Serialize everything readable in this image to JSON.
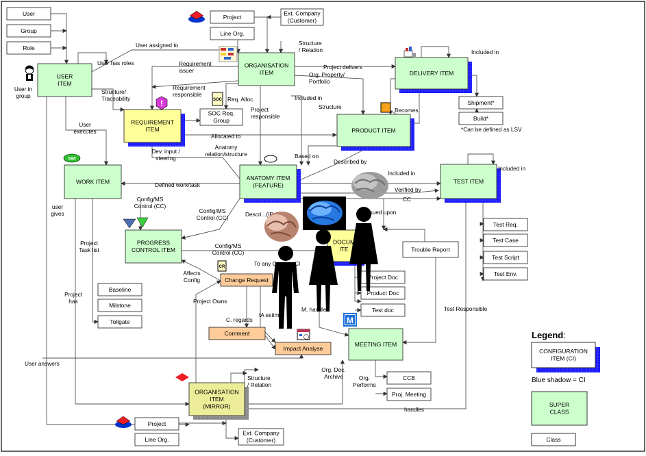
{
  "boxes": {
    "user": "User",
    "group": "Group",
    "role": "Role",
    "user_item": "USER|ITEM",
    "project_top": "Project",
    "line_org_top": "Line Org.",
    "ext_company_top": "Ext. Company|(Customer)",
    "organisation_item": "ORGANISATION|ITEM",
    "delivery_item": "DELIVERY ITEM",
    "shipment": "Shipment*",
    "build": "Build*",
    "requirement_item": "REQUIREMENT|ITEM",
    "soc_req_group": "SOC Req.|Group",
    "product_item": "PRODUCT ITEM",
    "work_item": "WORK ITEM",
    "anatomy_item": "ANATOMY ITEM|(FEATURE)",
    "test_item": "TEST ITEM",
    "test_req": "Test Req.",
    "test_case": "Test Case",
    "test_script": "Test Script",
    "test_env": "Test Env.",
    "progress_control_item": "PROGRESS|CONTROL ITEM",
    "document_item": "DOCUM|ITE",
    "trouble_report": "Trouble Report",
    "baseline": "Baseline",
    "milestone": "Milstone",
    "tollgate": "Tollgate",
    "change_request": "Change  Request",
    "project_doc": "Project Doc",
    "product_doc": "Product Doc",
    "test_doc": "Test doc",
    "comment": "Comment",
    "impact_analyse": "Impact Analyse",
    "meeting_item": "MEETING ITEM",
    "ccb": "CCB",
    "proj_meeting": "Proj. Meeting",
    "organisation_mirror": "ORGANISATION|ITEM|(MIRROR)",
    "project_bottom": "Project",
    "line_org_bottom": "Line Org.",
    "ext_company_bottom": "Ext. Company|(Customer)"
  },
  "labels": {
    "user_assigned_to": "User assigned to",
    "structure_relation_top": "Structure|/ Relation",
    "user_has_roles": "User has roles",
    "requirement_issuer": "Requirement|issuer",
    "project_delivers": "Project delivers",
    "included_in_delivery": "Included in",
    "org_property": "Org. Property/|Portfolio",
    "user_in_group": "User in|group",
    "structure_traceability": "Structure/|Traceability",
    "requirement_responsible": "Requirement|responsible",
    "req_alloc": "Req. Alloc.",
    "included_in_product": "Included in",
    "structure_product": "Structure",
    "becomes": "Becomes",
    "project_responsible": "Project|responsible",
    "user_executes": "User|executes",
    "allocated_to": "Allocated to",
    "lsv_note": "*Can be defined as LSV",
    "anatomy_relation": "Anatomy|relation/structure",
    "based_on": "Based on",
    "dev_input": "Dev. input /|steering",
    "described_by": "Described by",
    "included_in_test": "Included in",
    "included_in_test_item": "Included in",
    "defined_work_task": "Defined work/task",
    "verified_by": "Verified by",
    "cc_label": "CC",
    "user_gives": "user|gives",
    "config_ms_cc_1": "Config/MS|Control (CC)",
    "config_ms_cc_2": "Config/MS|Control (CC)",
    "described_ip": "Descri...(IP...",
    "issued_upon": "Issued upon",
    "project_task_list": "Project|Task list",
    "config_ms_cc_3": "Config/MS|Control (CC)",
    "to_any_ci": "To any C",
    "ci_short": "CI",
    "affects_config": "Affects|Config",
    "project_has": "Project|has",
    "project_owns": "Project Owns",
    "c_regards": "C. regards",
    "ia_estim": "IA estim",
    "m_handles": "M. handles",
    "test_responsible": "Test Responsible",
    "user_answers": "User answers",
    "org_doc_archive": "Org. Doc.|Archive",
    "org_performs": "Org.|Performs",
    "handles": "handles",
    "structure_relation_bottom": "Structure|/ Relation"
  },
  "legend": {
    "title": "Legend",
    "colon": ":",
    "ci_box": "CONFIGURATION|ITEM (CI)",
    "blue_shadow": "Blue shadow = CI",
    "super_class": "SUPER|CLASS",
    "class_box": "Class"
  },
  "icons": {
    "soc": "SOC",
    "cr": "CR",
    "swi": "SWI",
    "m": "M",
    "exclamation": "!"
  },
  "colors": {
    "super_class_fill": "#ccffcc",
    "requirement_fill": "#ffff99",
    "change_fill": "#ffcc99",
    "mirror_fill": "#eded99",
    "ci_shadow": "#1a1aff",
    "line": "#555555"
  }
}
